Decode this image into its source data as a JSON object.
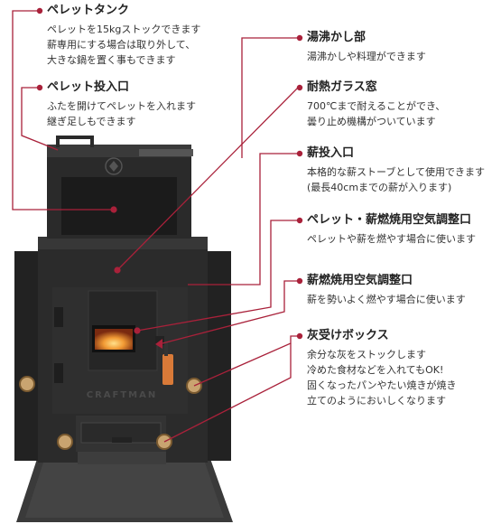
{
  "stove": {
    "brand": "CRAFTMAN"
  },
  "callouts": [
    {
      "title": "ペレットタンク",
      "desc": "ペレットを15kgストックできます\n薪専用にする場合は取り外して、\n大きな鍋を置く事もできます"
    },
    {
      "title": "ペレット投入口",
      "desc": "ふたを開けてペレットを入れます\n継ぎ足しもできます"
    },
    {
      "title": "湯沸かし部",
      "desc": "湯沸かしや料理ができます"
    },
    {
      "title": "耐熱ガラス窓",
      "desc": "700℃まで耐えることができ、\n曇り止め機構がついています"
    },
    {
      "title": "薪投入口",
      "desc": "本格的な薪ストーブとして使用できます\n(最長40cmまでの薪が入ります)"
    },
    {
      "title": "ペレット・薪燃焼用空気調整口",
      "desc": "ペレットや薪を燃やす場合に使います"
    },
    {
      "title": "薪燃焼用空気調整口",
      "desc": "薪を勢いよく燃やす場合に使います"
    },
    {
      "title": "灰受けボックス",
      "desc": "余分な灰をストックします\n冷めた食材などを入れてもOK!\n固くなったパンやたい焼きが焼き\n立てのようにおいしくなります"
    }
  ],
  "colors": {
    "accent": "#a9213a",
    "stove_body": "#2e2e2e",
    "stove_dark": "#1c1c1c",
    "stove_base": "#3a3a3a",
    "fire": "#e8852a",
    "handle": "#d97a38",
    "knob": "#c9a470"
  }
}
